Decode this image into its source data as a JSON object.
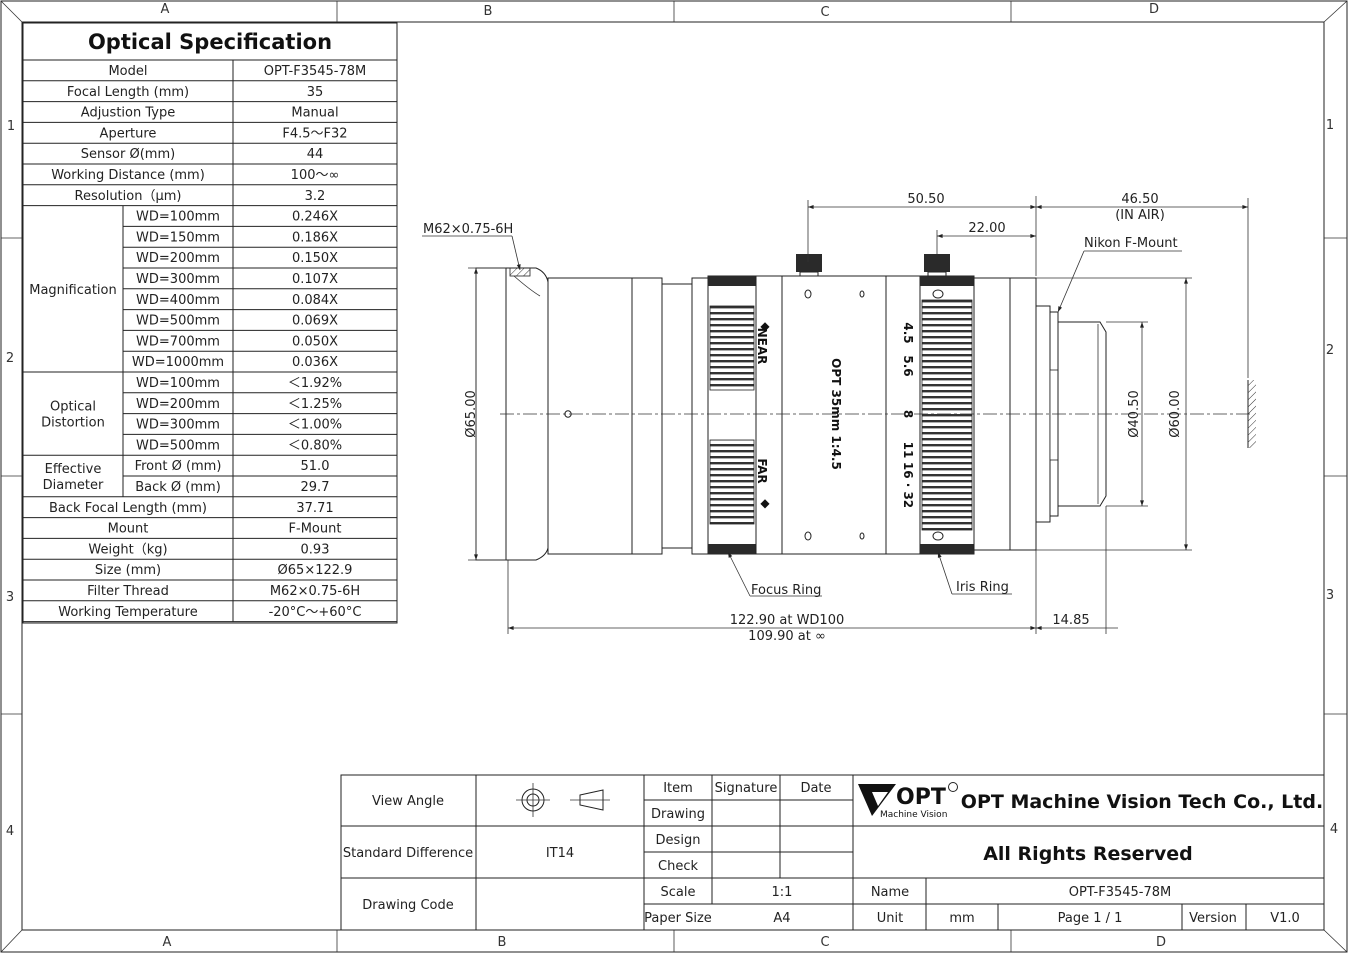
{
  "border": {
    "cols_top": [
      "A",
      "B",
      "C",
      "D"
    ],
    "cols_bottom": [
      "A",
      "B",
      "C",
      "D"
    ],
    "rows": [
      "1",
      "2",
      "3",
      "4"
    ]
  },
  "spec": {
    "title": "Optical Specification",
    "rows": [
      {
        "label": "Model",
        "value": "OPT-F3545-78M"
      },
      {
        "label": "Focal Length (mm)",
        "value": "35"
      },
      {
        "label": "Adjustion Type",
        "value": "Manual"
      },
      {
        "label": "Aperture",
        "value": "F4.5～F32"
      },
      {
        "label": "Sensor Ø(mm)",
        "value": "44"
      },
      {
        "label": "Working Distance (mm)",
        "value": "100～∞"
      },
      {
        "label": "Resolution（μm)",
        "value": "3.2"
      }
    ],
    "magnification": {
      "label": "Magnification",
      "rows": [
        {
          "wd": "WD=100mm",
          "value": "0.246X"
        },
        {
          "wd": "WD=150mm",
          "value": "0.186X"
        },
        {
          "wd": "WD=200mm",
          "value": "0.150X"
        },
        {
          "wd": "WD=300mm",
          "value": "0.107X"
        },
        {
          "wd": "WD=400mm",
          "value": "0.084X"
        },
        {
          "wd": "WD=500mm",
          "value": "0.069X"
        },
        {
          "wd": "WD=700mm",
          "value": "0.050X"
        },
        {
          "wd": "WD=1000mm",
          "value": "0.036X"
        }
      ]
    },
    "distortion": {
      "label_1": "Optical",
      "label_2": "Distortion",
      "rows": [
        {
          "wd": "WD=100mm",
          "value": "＜1.92%"
        },
        {
          "wd": "WD=200mm",
          "value": "＜1.25%"
        },
        {
          "wd": "WD=300mm",
          "value": "＜1.00%"
        },
        {
          "wd": "WD=500mm",
          "value": "＜0.80%"
        }
      ]
    },
    "diameter": {
      "label_1": "Effective",
      "label_2": "Diameter",
      "rows": [
        {
          "wd": "Front Ø (mm)",
          "value": "51.0"
        },
        {
          "wd": "Back Ø (mm)",
          "value": "29.7"
        }
      ]
    },
    "rows2": [
      {
        "label": "Back Focal Length (mm)",
        "value": "37.71"
      },
      {
        "label": "Mount",
        "value": "F-Mount"
      },
      {
        "label": "Weight（kg)",
        "value": "0.93"
      },
      {
        "label": "Size (mm)",
        "value": "Ø65×122.9"
      },
      {
        "label": "Filter Thread",
        "value": "M62×0.75-6H"
      },
      {
        "label": "Working Temperature",
        "value": "-20°C～+60°C"
      }
    ]
  },
  "drawing": {
    "dim_50_50": "50.50",
    "dim_22_00": "22.00",
    "dim_46_50": "46.50",
    "dim_in_air": "(IN AIR)",
    "thread": "M62×0.75-6H",
    "mount": "Nikon F-Mount",
    "dia_65": "Ø65.00",
    "dia_40": "Ø40.50",
    "dia_60": "Ø60.00",
    "focus_ring": "Focus Ring",
    "iris_ring": "Iris Ring",
    "len_wd100": "122.90 at WD100",
    "len_inf": "109.90 at ∞",
    "dim_14_85": "14.85",
    "near": "NEAR",
    "far": "FAR",
    "brand": "OPT 35mm 1:4.5",
    "fstops": [
      "4.5",
      "5.6",
      "8",
      "11",
      "16 · 32"
    ]
  },
  "titleblock": {
    "view_angle": "View Angle",
    "std_diff": "Standard Difference",
    "std_value": "IT14",
    "drawing_code": "Drawing Code",
    "item": "Item",
    "signature": "Signature",
    "date": "Date",
    "drawing": "Drawing",
    "design": "Design",
    "check": "Check",
    "scale": "Scale",
    "scale_value": "1:1",
    "paper": "Paper Size",
    "paper_value": "A4",
    "logo": "OPT",
    "logo_sub": "Machine Vision",
    "company": "OPT Machine Vision Tech Co., Ltd.",
    "rights": "All Rights Reserved",
    "name": "Name",
    "name_value": "OPT-F3545-78M",
    "unit": "Unit",
    "unit_value": "mm",
    "page": "Page  1 / 1",
    "version": "Version",
    "version_value": "V1.0"
  }
}
